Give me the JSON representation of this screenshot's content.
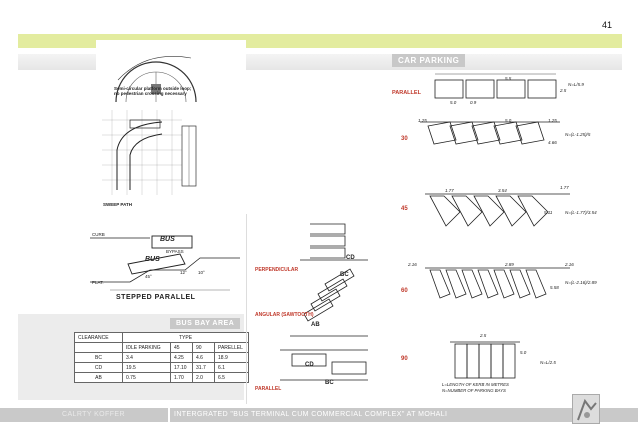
{
  "page": {
    "number": "41"
  },
  "bus_section": {
    "platform_note": "Semi-circular platform outside loop; no pedestrian crossing necessary",
    "sweep_label": "SWEEP PATH",
    "stepped_labels": {
      "curb": "CURB",
      "bus": "BUS",
      "bypass": "BYPASS",
      "plat": "PLAT.",
      "title": "STEPPED PARALLEL",
      "angle1": "45°",
      "angle2": "12°",
      "angle3": "10°"
    },
    "bus_bay_tag": "BUS BAY AREA"
  },
  "bus_bay_table": {
    "clearance_header": "CLEARANCE",
    "type_header": "TYPE",
    "columns": [
      "IDLE PARKING",
      "45",
      "90",
      "PARELLEL"
    ],
    "rows": [
      {
        "label": "BC",
        "values": [
          "3.4",
          "4.25",
          "4.6",
          "18.9"
        ]
      },
      {
        "label": "CD",
        "values": [
          "19.5",
          "17.10",
          "31.7",
          "6.1"
        ]
      },
      {
        "label": "AB",
        "values": [
          "0.75",
          "1.70",
          "2.0",
          "6.5"
        ]
      }
    ]
  },
  "middle_section": {
    "perpendicular_label": "PERPENDICULAR",
    "angular_label": "ANGULAR (SAWTOOTH)",
    "parallel_label": "PARALLEL",
    "dims": {
      "cd": "CD",
      "bc": "BC",
      "ab": "AB"
    }
  },
  "car_parking": {
    "title": "CAR PARKING",
    "types": [
      {
        "label": "PARALLEL",
        "dims": [
          "5.5",
          "5.0",
          "0.9",
          "2.5"
        ],
        "formula": "N=L/5.9"
      },
      {
        "label": "30",
        "dims": [
          "1.25",
          "5.0",
          "1.25",
          "4.66"
        ],
        "formula": "N=(L-1.25)/5"
      },
      {
        "label": "45",
        "dims": [
          "1.77",
          "3.54",
          "1.77",
          "5.11"
        ],
        "formula": "N=(L-1.77)/3.54"
      },
      {
        "label": "60",
        "dims": [
          "2.16",
          "2.89",
          "2.16",
          "5.58"
        ],
        "formula": "N=(L-2.16)/2.89"
      },
      {
        "label": "90",
        "dims": [
          "2.5",
          "5.0"
        ],
        "formula": "N=L/2.5"
      }
    ],
    "legend": [
      "L=LENGTH OF KERB IN METRES",
      "N=NUMBER OF PARKING BAYS"
    ]
  },
  "footer": {
    "left": "CALRTY KOFFER",
    "title": "INTERGRATED \"BUS TERMINAL CUM COMMERCIAL COMPLEX\" AT MOHALI"
  },
  "colors": {
    "accent_green": "#e3ec9f",
    "label_red": "#c0392b",
    "footer_gray": "#c9c9c9"
  }
}
